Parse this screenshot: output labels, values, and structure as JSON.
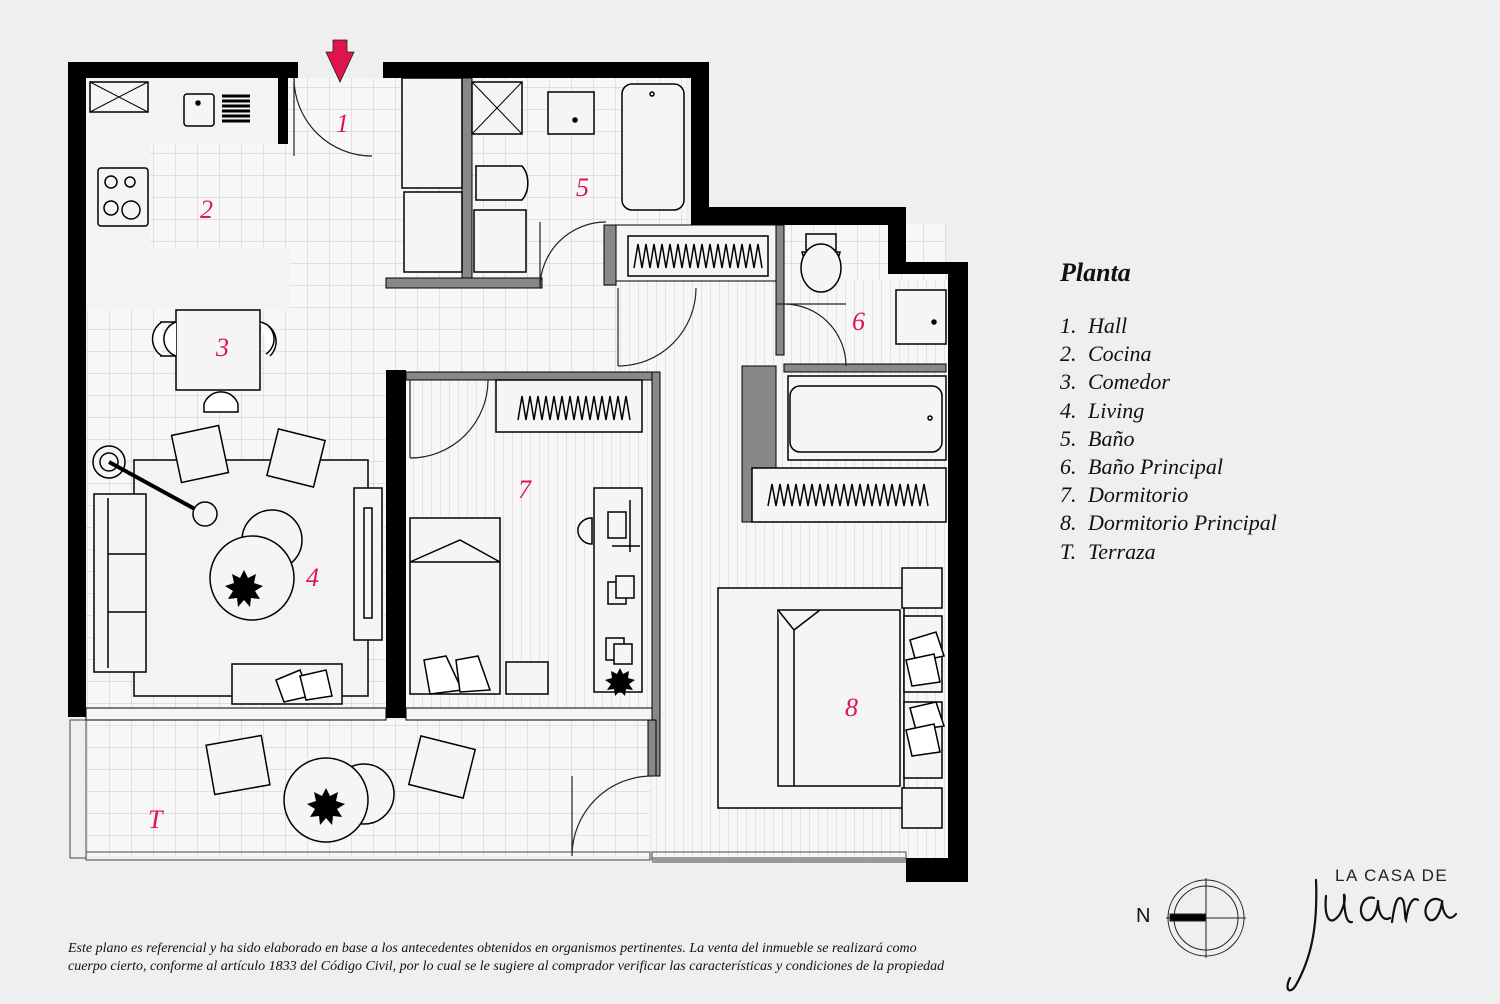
{
  "legend": {
    "title": "Planta",
    "items": [
      {
        "num": "1.",
        "label": "Hall"
      },
      {
        "num": "2.",
        "label": "Cocina"
      },
      {
        "num": "3.",
        "label": "Comedor"
      },
      {
        "num": "4.",
        "label": "Living"
      },
      {
        "num": "5.",
        "label": "Baño"
      },
      {
        "num": "6.",
        "label": "Baño Principal"
      },
      {
        "num": "7.",
        "label": "Dormitorio"
      },
      {
        "num": "8.",
        "label": "Dormitorio Principal"
      },
      {
        "num": "T.",
        "label": "Terraza"
      }
    ]
  },
  "room_markers": [
    "1",
    "2",
    "3",
    "4",
    "5",
    "6",
    "7",
    "8",
    "T"
  ],
  "disclaimer": {
    "line1": "Este plano es referencial y ha sido elaborado en base a los antecedentes obtenidos en organismos pertinentes.  La venta del inmueble se realizará como",
    "line2": "cuerpo cierto, conforme al artículo 1833 del Código Civil, por lo cual se le sugiere al comprador verificar las características y condiciones de la propiedad"
  },
  "compass": {
    "label": "N"
  },
  "brand": {
    "line1": "LA CASA DE",
    "script": "Juana"
  },
  "colors": {
    "marker": "#e0144c",
    "wall": "#000000",
    "floor": "#f6f6f6",
    "grid": "#cccccc"
  }
}
